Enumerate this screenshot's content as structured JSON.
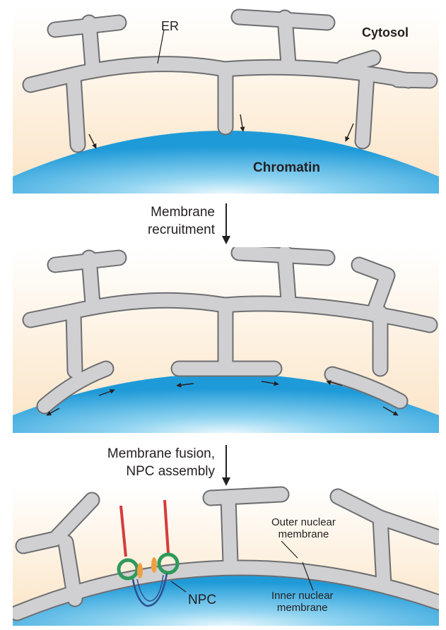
{
  "panel1": {
    "er_label": "ER",
    "cytosol_label": "Cytosol",
    "chromatin_label": "Chromatin"
  },
  "step1": {
    "line1": "Membrane",
    "line2": "recruitment"
  },
  "step2": {
    "line1": "Membrane fusion,",
    "line2": "NPC assembly"
  },
  "panel3": {
    "outer_label_line1": "Outer nuclear",
    "outer_label_line2": "membrane",
    "inner_label_line1": "Inner nuclear",
    "inner_label_line2": "membrane",
    "npc_label": "NPC"
  },
  "colors": {
    "tube": "#d0d0d2",
    "tube_outline": "#6d6e71",
    "chromatin": "#2aa8e0",
    "background_tint": "#fbe3c4",
    "npc_red": "#d63b3b",
    "npc_green": "#2e9a5a",
    "npc_orange": "#f0a040",
    "npc_blue": "#2c4f8f"
  }
}
